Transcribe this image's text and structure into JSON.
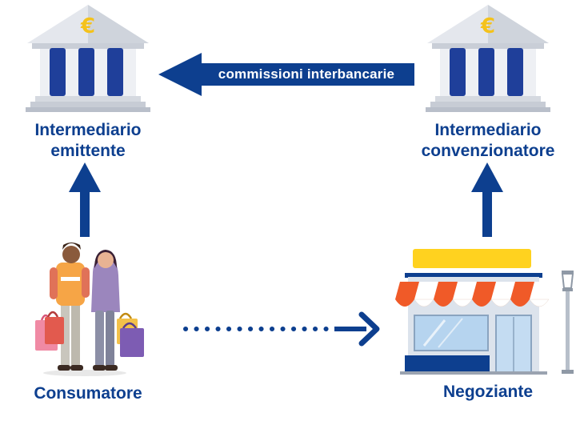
{
  "banks": {
    "issuer": {
      "line1": "Intermediario",
      "line2": "emittente",
      "currency_symbol": "€"
    },
    "acquirer": {
      "line1": "Intermediario",
      "line2": "convenzionatore",
      "currency_symbol": "€"
    }
  },
  "fees_arrow": {
    "label": "commissioni interbancarie"
  },
  "consumer": {
    "label": "Consumatore"
  },
  "merchant": {
    "label": "Negoziante"
  },
  "colors": {
    "primary_blue": "#0d3f8f",
    "column_blue": "#1f3f9a",
    "bank_gray": "#dde1e8",
    "euro_gold": "#f4c21b",
    "awning_orange": "#f05a28",
    "sign_yellow": "#ffd21f"
  }
}
